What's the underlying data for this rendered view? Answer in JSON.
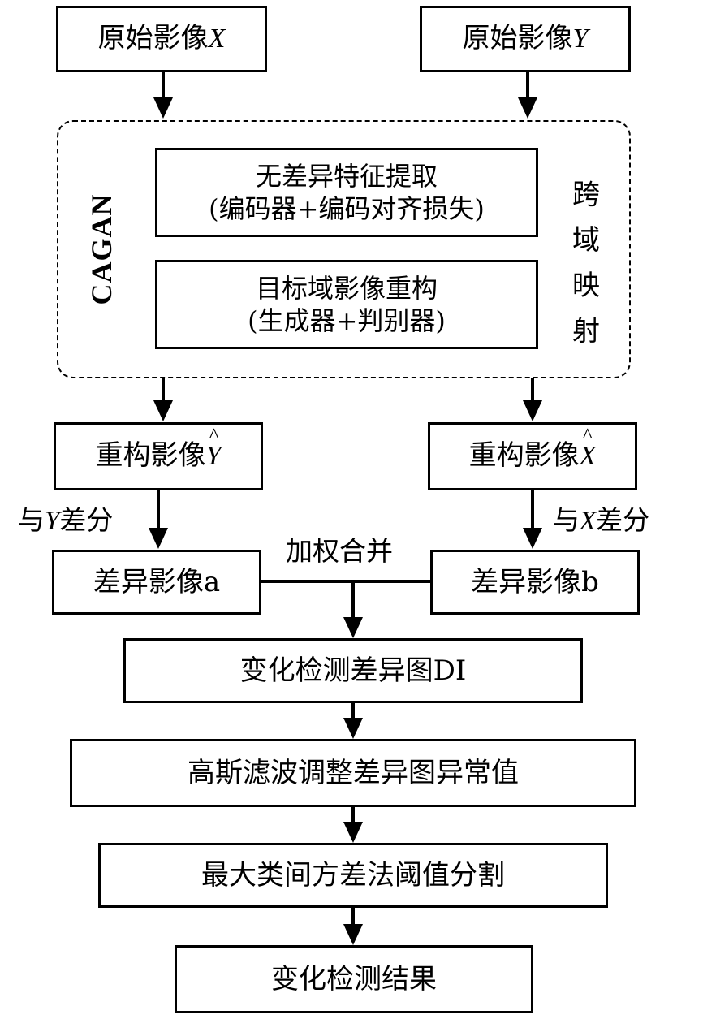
{
  "inputs": {
    "x_label": "原始影像",
    "x_var": "X",
    "y_label": "原始影像",
    "y_var": "Y"
  },
  "cagan": {
    "name": "CAGAN",
    "side_label": [
      "跨",
      "域",
      "映",
      "射"
    ],
    "box1_line1": "无差异特征提取",
    "box1_line2": "(编码器+编码对齐损失)",
    "box2_line1": "目标域影像重构",
    "box2_line2": "(生成器+判别器)"
  },
  "reconstructed": {
    "left_label": "重构影像",
    "left_var": "Y",
    "right_label": "重构影像",
    "right_var": "X"
  },
  "diff_labels": {
    "left_prefix": "与",
    "left_var": "Y",
    "left_suffix": "差分",
    "right_prefix": "与",
    "right_var": "X",
    "right_suffix": "差分"
  },
  "diff_images": {
    "a": "差异影像a",
    "b": "差异影像b"
  },
  "merge_label": "加权合并",
  "steps": {
    "di": "变化检测差异图DI",
    "gauss": "高斯滤波调整差异图异常值",
    "otsu": "最大类间方差法阈值分割",
    "result": "变化检测结果"
  }
}
